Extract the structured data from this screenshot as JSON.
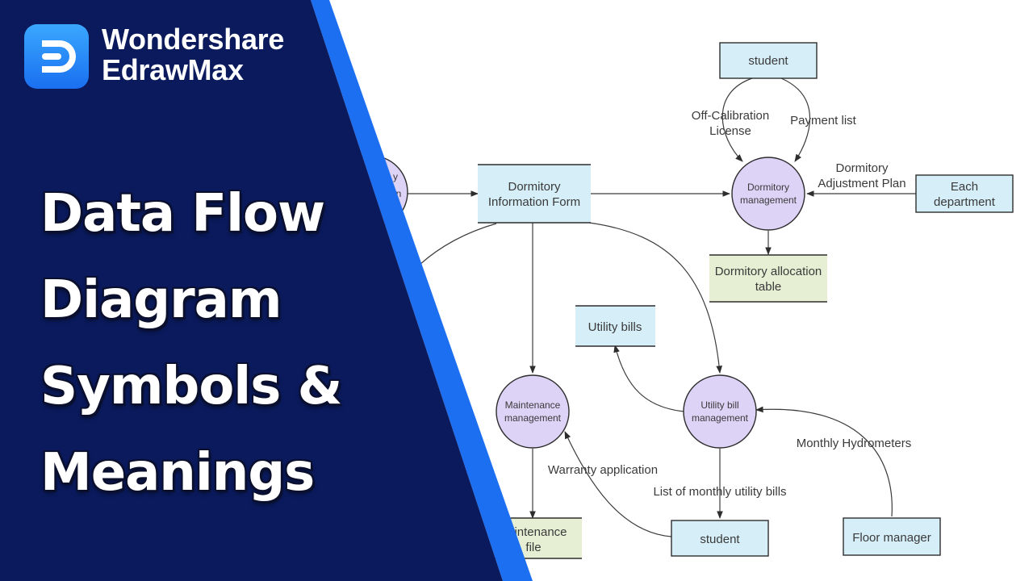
{
  "brand": {
    "line1": "Wondershare",
    "line2": "EdrawMax"
  },
  "headline": {
    "line1": "Data Flow",
    "line2": "Diagram",
    "line3": "Symbols &",
    "line4": "Meanings"
  },
  "colors": {
    "panel_navy": "#0a1a5c",
    "panel_accent_blue": "#1d6ff2",
    "entity_fill": "#d6eef8",
    "process_fill": "#dcd3f6",
    "datastore_fill": "#e6efd4"
  },
  "icons": {
    "logo": "edrawmax-logo-icon"
  },
  "diagram": {
    "nodes": {
      "student_top": "student",
      "dorm_form": [
        "Dormitory",
        "Information Form"
      ],
      "dorm_mgmt": [
        "Dormitory",
        "management"
      ],
      "each_dept": [
        "Each",
        "department"
      ],
      "alloc_table": [
        "Dormitory allocation",
        "table"
      ],
      "utility_bills": "Utility bills",
      "utility_mgmt": [
        "Utility bill",
        "management"
      ],
      "maint_mgmt": [
        "Maintenance",
        "management"
      ],
      "maint_file": [
        "intenance",
        "file"
      ],
      "student_bottom": "student",
      "floor_manager": "Floor manager",
      "partial_left": [
        "y",
        "n"
      ]
    },
    "edges": {
      "off_calibration": [
        "Off-Calibration",
        "License"
      ],
      "payment_list": "Payment list",
      "adjustment_plan": [
        "Dormitory",
        "Adjustment Plan"
      ],
      "warranty": "Warranty application",
      "monthly_list": "List of monthly utility bills",
      "hydrometers": "Monthly Hydrometers"
    }
  }
}
